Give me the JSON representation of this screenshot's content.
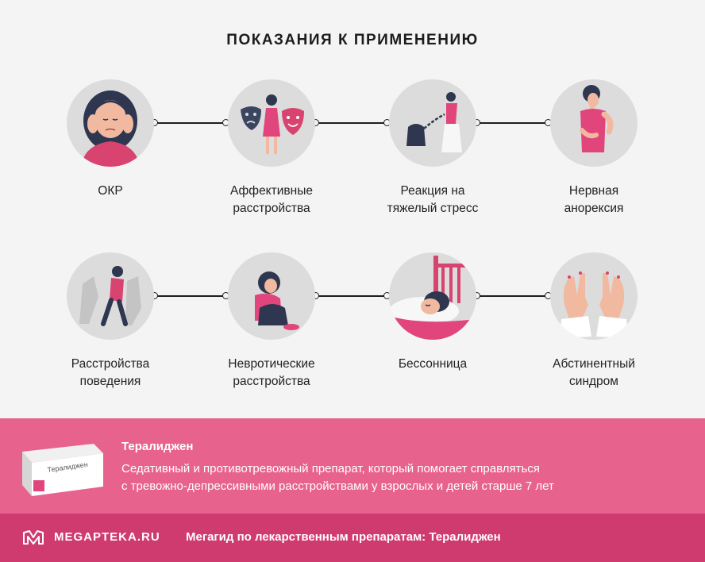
{
  "title": "ПОКАЗАНИЯ К ПРИМЕНЕНИЮ",
  "indications": [
    {
      "line1": "ОКР",
      "line2": "",
      "icon": "ocd-woman-icon"
    },
    {
      "line1": "Аффективные",
      "line2": "расстройства",
      "icon": "masks-icon"
    },
    {
      "line1": "Реакция на",
      "line2": "тяжелый стресс",
      "icon": "chained-weight-icon"
    },
    {
      "line1": "Нервная",
      "line2": "анорексия",
      "icon": "anorexia-woman-icon"
    },
    {
      "line1": "Расстройства",
      "line2": "поведения",
      "icon": "running-man-icon"
    },
    {
      "line1": "Невротические",
      "line2": "расстройства",
      "icon": "sitting-woman-icon"
    },
    {
      "line1": "Бессонница",
      "line2": "",
      "icon": "sleeping-woman-icon"
    },
    {
      "line1": "Абстинентный",
      "line2": "синдром",
      "icon": "trembling-hands-icon"
    }
  ],
  "product": {
    "name": "Тералиджен",
    "desc_line1": "Седативный и противотревожный препарат, который помогает справляться",
    "desc_line2": "с тревожно-депрессивными расстройствами у взрослых и детей старше 7 лет",
    "box_label": "Тералиджен"
  },
  "footer": {
    "brand": "MEGAPTEKA.RU",
    "text": "Мегагид по лекарственным препаратам: Тералиджен"
  },
  "colors": {
    "background": "#f4f4f4",
    "circle": "#dcdcdc",
    "accent_pink": "#e8628e",
    "footer_pink": "#cf3b6e",
    "figure_pink": "#e0457b",
    "navy": "#2e3650"
  }
}
